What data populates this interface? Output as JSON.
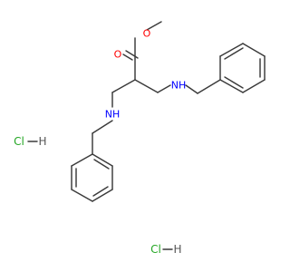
{
  "molecule": {
    "atoms": {
      "ester_oxygen": "O",
      "carbonyl_oxygen": "O",
      "right_amine": "NH",
      "left_amine": "NH"
    },
    "salts": [
      {
        "label": "Cl",
        "h_label": "H"
      },
      {
        "label": "Cl",
        "h_label": "H"
      }
    ]
  },
  "colors": {
    "bond": "#3a3a3a",
    "oxygen": "#ff0000",
    "nitrogen": "#0000ff",
    "chlorine": "#23a623",
    "hydrogen": "#555555"
  }
}
